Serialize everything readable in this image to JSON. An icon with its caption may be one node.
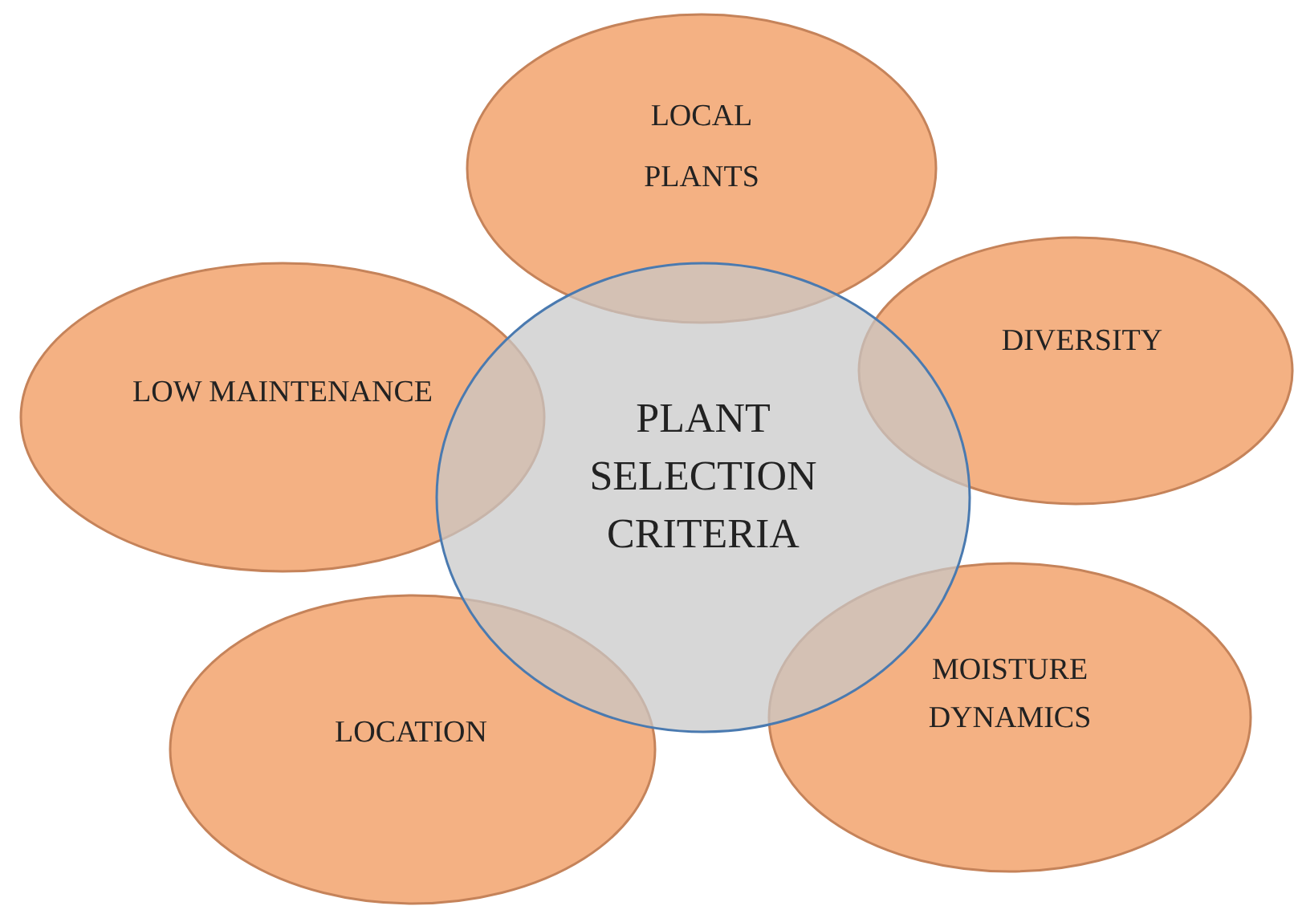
{
  "diagram": {
    "nodes": [
      {
        "text": [
          "LOCAL PLANTS"
        ]
      },
      {
        "text": [
          "LOW MAINTENANCE"
        ]
      },
      {
        "text": [
          "DIVERSITY"
        ]
      },
      {
        "text": [
          "LOCATION"
        ]
      },
      {
        "text": [
          "MOISTURE DYNAMICS"
        ]
      },
      {
        "text": [
          "PLANT SELECTION CRITERIA"
        ]
      }
    ]
  }
}
